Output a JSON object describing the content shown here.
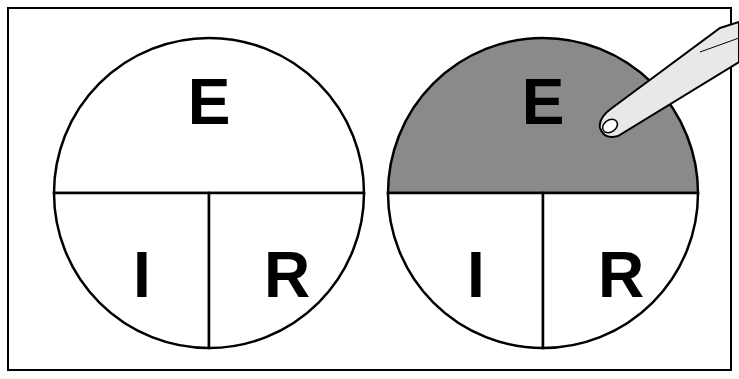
{
  "diagram": {
    "nodes": [
      {
        "text": [
          "E"
        ]
      },
      {
        "text": [
          "I"
        ]
      },
      {
        "text": [
          "R"
        ]
      },
      {
        "text": [
          "E"
        ]
      },
      {
        "text": [
          "I"
        ]
      },
      {
        "text": [
          "R"
        ]
      }
    ]
  }
}
